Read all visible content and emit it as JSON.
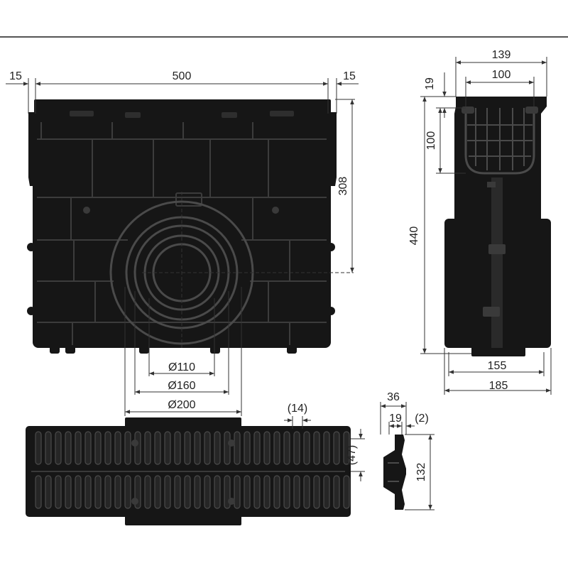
{
  "colors": {
    "part": "#161616",
    "line": "#333333",
    "top_rule": "#555555"
  },
  "front_view": {
    "dim_left_flange": "15",
    "dim_width": "500",
    "dim_right_flange": "15",
    "dim_height_to_axis": "308",
    "dim_d110": "Ø110",
    "dim_d160": "Ø160",
    "dim_d200": "Ø200"
  },
  "side_view": {
    "dim_outer_width": "139",
    "dim_inner_width": "100",
    "dim_top_step": "19",
    "dim_upper_depth": "100",
    "dim_total_height": "440",
    "dim_base_inner": "155",
    "dim_base_outer": "185"
  },
  "grate_view": {
    "dim_slot": "(14)",
    "dim_slot_pitch": "(47)",
    "dim_profile_width": "36",
    "dim_profile_inner": "19",
    "dim_profile_gap": "(2)",
    "dim_profile_height": "132"
  }
}
